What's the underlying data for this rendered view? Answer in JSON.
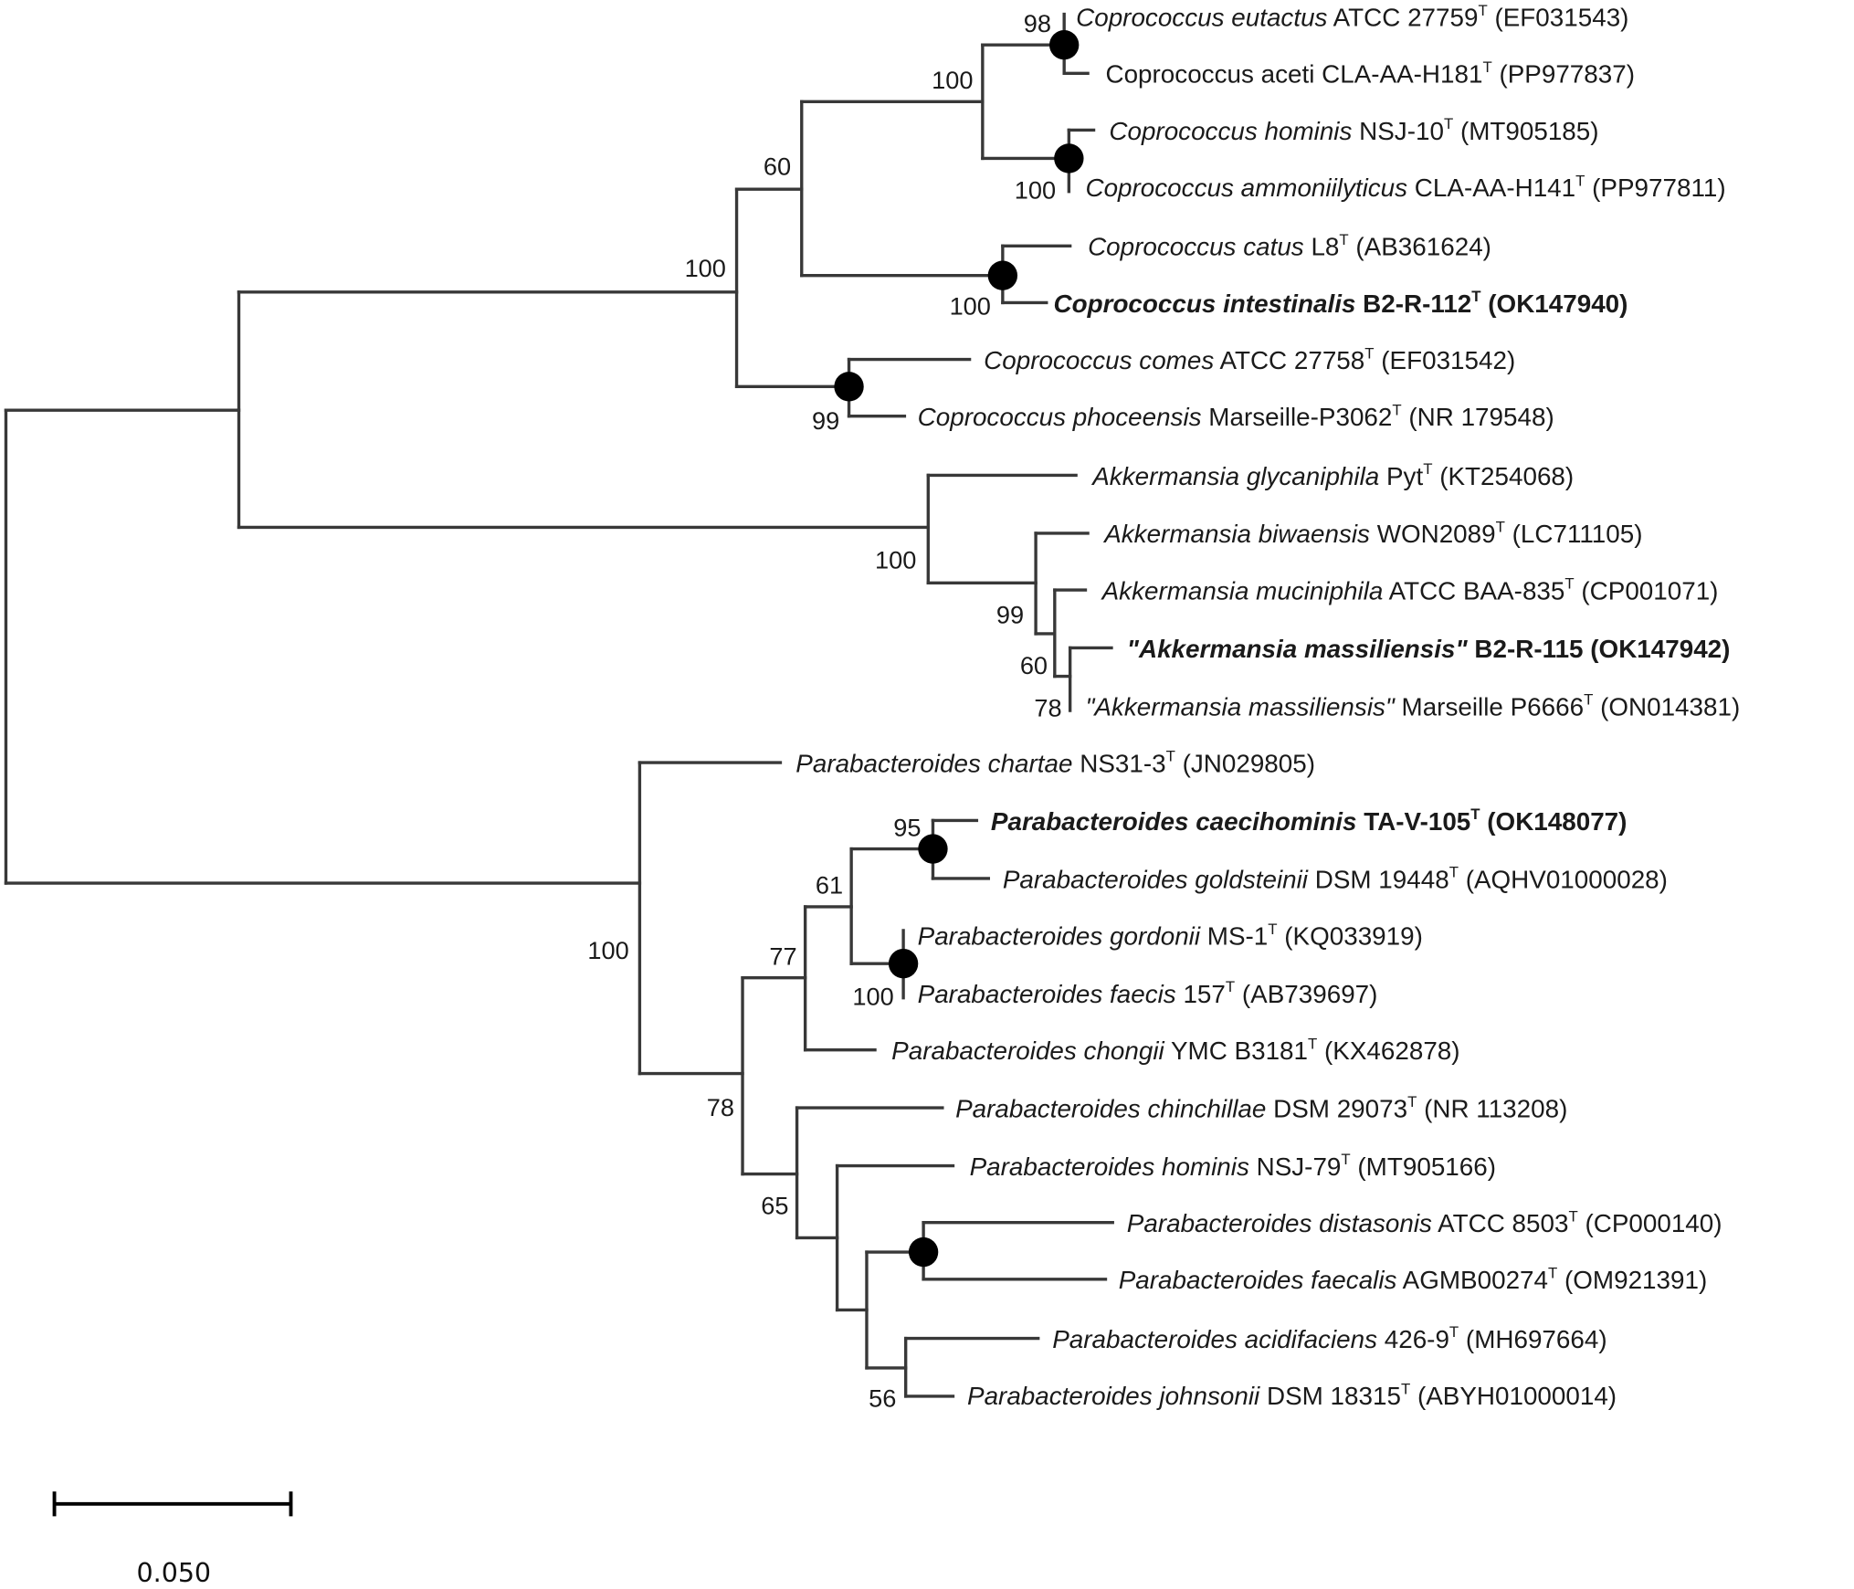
{
  "figure": {
    "type": "phylogenetic-tree",
    "scale_bar": {
      "value": 0.05,
      "label": "0.050"
    },
    "node_marker_color": "#000000",
    "branch_color": "#383838"
  },
  "leaves": [
    {
      "italic": "Coprococcus eutactus",
      "strain": "  ATCC 27759",
      "type_strain": true,
      "accession": " (EF031543)",
      "bold": false
    },
    {
      "italic": "",
      "strain": "Coprococcus aceti CLA-AA-H181",
      "type_strain": true,
      "accession": " (PP977837)",
      "bold": false
    },
    {
      "italic": "Coprococcus hominis",
      "strain": "  NSJ-10",
      "type_strain": true,
      "accession": " (MT905185)",
      "bold": false
    },
    {
      "italic": "Coprococcus ammoniilyticus",
      "strain": " CLA-AA-H141",
      "type_strain": true,
      "accession": " (PP977811)",
      "bold": false
    },
    {
      "italic": "Coprococcus catus",
      "strain": " L8",
      "type_strain": true,
      "accession": " (AB361624)",
      "bold": false
    },
    {
      "italic": "Coprococcus intestinalis",
      "strain": " B2-R-112",
      "type_strain": true,
      "accession": " (OK147940)",
      "bold": true
    },
    {
      "italic": "Coprococcus comes",
      "strain": "  ATCC 27758",
      "type_strain": true,
      "accession": " (EF031542)",
      "bold": false
    },
    {
      "italic": "Coprococcus phoceensis",
      "strain": " Marseille-P3062",
      "type_strain": true,
      "accession": " (NR 179548)",
      "bold": false
    },
    {
      "italic": "Akkermansia glycaniphila",
      "strain": " Pyt",
      "type_strain": true,
      "accession": " (KT254068)",
      "bold": false
    },
    {
      "italic": "Akkermansia biwaensis",
      "strain": " WON2089",
      "type_strain": true,
      "accession": " (LC711105)",
      "bold": false
    },
    {
      "italic": "Akkermansia muciniphila",
      "strain": " ATCC BAA-835",
      "type_strain": true,
      "accession": " (CP001071)",
      "bold": false
    },
    {
      "italic": "\"Akkermansia massiliensis\"",
      "strain": " B2-R-115",
      "type_strain": false,
      "accession": " (OK147942)",
      "bold": true
    },
    {
      "italic": "\"Akkermansia massiliensis\"",
      "strain": "  Marseille P6666",
      "type_strain": true,
      "accession": " (ON014381)",
      "bold": false
    },
    {
      "italic": "Parabacteroides chartae",
      "strain": " NS31-3",
      "type_strain": true,
      "accession": " (JN029805)",
      "bold": false
    },
    {
      "italic": "Parabacteroides caecihominis",
      "strain": " TA-V-105",
      "type_strain": true,
      "accession": " (OK148077)",
      "bold": true
    },
    {
      "italic": "Parabacteroides goldsteinii",
      "strain": " DSM 19448",
      "type_strain": true,
      "accession": " (AQHV01000028)",
      "bold": false
    },
    {
      "italic": "Parabacteroides gordonii",
      "strain": " MS-1",
      "type_strain": true,
      "accession": " (KQ033919)",
      "bold": false
    },
    {
      "italic": "Parabacteroides faecis",
      "strain": " 157",
      "type_strain": true,
      "accession": " (AB739697)",
      "bold": false
    },
    {
      "italic": "Parabacteroides chongii",
      "strain": "  YMC B3181",
      "type_strain": true,
      "accession": " (KX462878)",
      "bold": false
    },
    {
      "italic": "Parabacteroides chinchillae",
      "strain": " DSM 29073",
      "type_strain": true,
      "accession": " (NR 113208)",
      "bold": false
    },
    {
      "italic": "Parabacteroides hominis",
      "strain": "  NSJ-79",
      "type_strain": true,
      "accession": " (MT905166)",
      "bold": false
    },
    {
      "italic": "Parabacteroides distasonis",
      "strain": "  ATCC 8503",
      "type_strain": true,
      "accession": " (CP000140)",
      "bold": false
    },
    {
      "italic": "Parabacteroides faecalis",
      "strain": "  AGMB00274",
      "type_strain": true,
      "accession": " (OM921391)",
      "bold": false
    },
    {
      "italic": "Parabacteroides acidifaciens",
      "strain": " 426-9",
      "type_strain": true,
      "accession": " (MH697664)",
      "bold": false
    },
    {
      "italic": "Parabacteroides johnsonii",
      "strain": "  DSM 18315",
      "type_strain": true,
      "accession": " (ABYH01000014)",
      "bold": false
    }
  ],
  "type_strain_mark": "T",
  "bootstrap": [
    {
      "node": "eutactus-aceti",
      "value": "98",
      "marked": true
    },
    {
      "node": "eutactus-ammoniilyticus",
      "value": "100",
      "marked": false
    },
    {
      "node": "hominis-ammoniilyticus",
      "value": "100",
      "marked": true
    },
    {
      "node": "eutactus-intestinalis",
      "value": "60",
      "marked": false
    },
    {
      "node": "catus-intestinalis",
      "value": "100",
      "marked": true
    },
    {
      "node": "coprococcus-clade",
      "value": "100",
      "marked": false
    },
    {
      "node": "comes-phoceensis",
      "value": "99",
      "marked": true
    },
    {
      "node": "akkermansia-clade",
      "value": "100",
      "marked": false
    },
    {
      "node": "biwaensis-massiliensis",
      "value": "99",
      "marked": false
    },
    {
      "node": "muciniphila-massiliensis",
      "value": "60",
      "marked": false
    },
    {
      "node": "massiliensis-pair",
      "value": "78",
      "marked": false
    },
    {
      "node": "parabacteroides-clade",
      "value": "100",
      "marked": false
    },
    {
      "node": "caecihominis-goldsteinii",
      "value": "95",
      "marked": true
    },
    {
      "node": "caecihominis-faecis",
      "value": "61",
      "marked": false
    },
    {
      "node": "caecihominis-chongii",
      "value": "77",
      "marked": false
    },
    {
      "node": "gordonii-faecis",
      "value": "100",
      "marked": true
    },
    {
      "node": "caecihominis-johnsonii",
      "value": "78",
      "marked": false
    },
    {
      "node": "chinchillae-johnsonii",
      "value": "65",
      "marked": false
    },
    {
      "node": "acidifaciens-johnsonii",
      "value": "56",
      "marked": false
    },
    {
      "node": "distasonis-faecalis",
      "value": "",
      "marked": true
    }
  ]
}
